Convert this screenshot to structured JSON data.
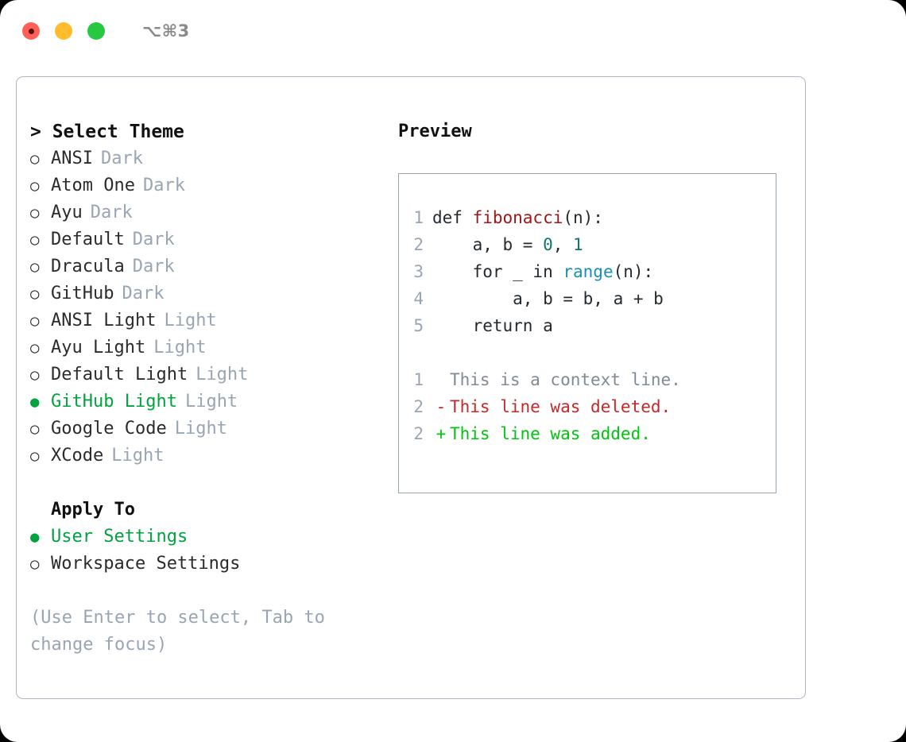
{
  "titlebar": {
    "lights": [
      {
        "name": "close",
        "color": "#ff6058"
      },
      {
        "name": "minimize",
        "color": "#ffbd2e"
      },
      {
        "name": "zoom",
        "color": "#28c840"
      }
    ],
    "shortcut": "⌥⌘3"
  },
  "theme_picker": {
    "header": "> Select Theme",
    "accent_color": "#00a33f",
    "tag_color": "#9aa5b4",
    "bullet_unselected": "○",
    "bullet_selected": "●",
    "items": [
      {
        "label": "ANSI",
        "tag": "Dark",
        "selected": false
      },
      {
        "label": "Atom One",
        "tag": "Dark",
        "selected": false
      },
      {
        "label": "Ayu",
        "tag": "Dark",
        "selected": false
      },
      {
        "label": "Default",
        "tag": "Dark",
        "selected": false
      },
      {
        "label": "Dracula",
        "tag": "Dark",
        "selected": false
      },
      {
        "label": "GitHub",
        "tag": "Dark",
        "selected": false
      },
      {
        "label": "ANSI Light",
        "tag": "Light",
        "selected": false
      },
      {
        "label": "Ayu Light",
        "tag": "Light",
        "selected": false
      },
      {
        "label": "Default Light",
        "tag": "Light",
        "selected": false
      },
      {
        "label": "GitHub Light",
        "tag": "Light",
        "selected": true
      },
      {
        "label": "Google Code",
        "tag": "Light",
        "selected": false
      },
      {
        "label": "XCode",
        "tag": "Light",
        "selected": false
      }
    ]
  },
  "apply_to": {
    "header": "Apply To",
    "items": [
      {
        "label": "User Settings",
        "selected": true
      },
      {
        "label": "Workspace Settings",
        "selected": false
      }
    ]
  },
  "hint": "(Use Enter to select, Tab to change focus)",
  "preview": {
    "title": "Preview",
    "code": [
      {
        "n": "1",
        "segments": [
          {
            "t": "def ",
            "cls": "code-text"
          },
          {
            "t": "fibonacci",
            "cls": "tok-fn"
          },
          {
            "t": "(n):",
            "cls": "code-text"
          }
        ]
      },
      {
        "n": "2",
        "segments": [
          {
            "t": "    a, b = ",
            "cls": "code-text"
          },
          {
            "t": "0",
            "cls": "tok-num"
          },
          {
            "t": ", ",
            "cls": "code-text"
          },
          {
            "t": "1",
            "cls": "tok-num"
          }
        ]
      },
      {
        "n": "3",
        "segments": [
          {
            "t": "    for _ in ",
            "cls": "code-text"
          },
          {
            "t": "range",
            "cls": "tok-call"
          },
          {
            "t": "(n):",
            "cls": "code-text"
          }
        ]
      },
      {
        "n": "4",
        "segments": [
          {
            "t": "        a, b = b, a + b",
            "cls": "code-text"
          }
        ]
      },
      {
        "n": "5",
        "segments": [
          {
            "t": "    return a",
            "cls": "code-text"
          }
        ]
      }
    ],
    "diff": [
      {
        "n": "1",
        "mark": " ",
        "text": "This is a context line.",
        "kind": "diff-ctx"
      },
      {
        "n": "2",
        "mark": "-",
        "text": "This line was deleted.",
        "kind": "diff-del"
      },
      {
        "n": "2",
        "mark": "+",
        "text": "This line was added.",
        "kind": "diff-add"
      }
    ]
  }
}
